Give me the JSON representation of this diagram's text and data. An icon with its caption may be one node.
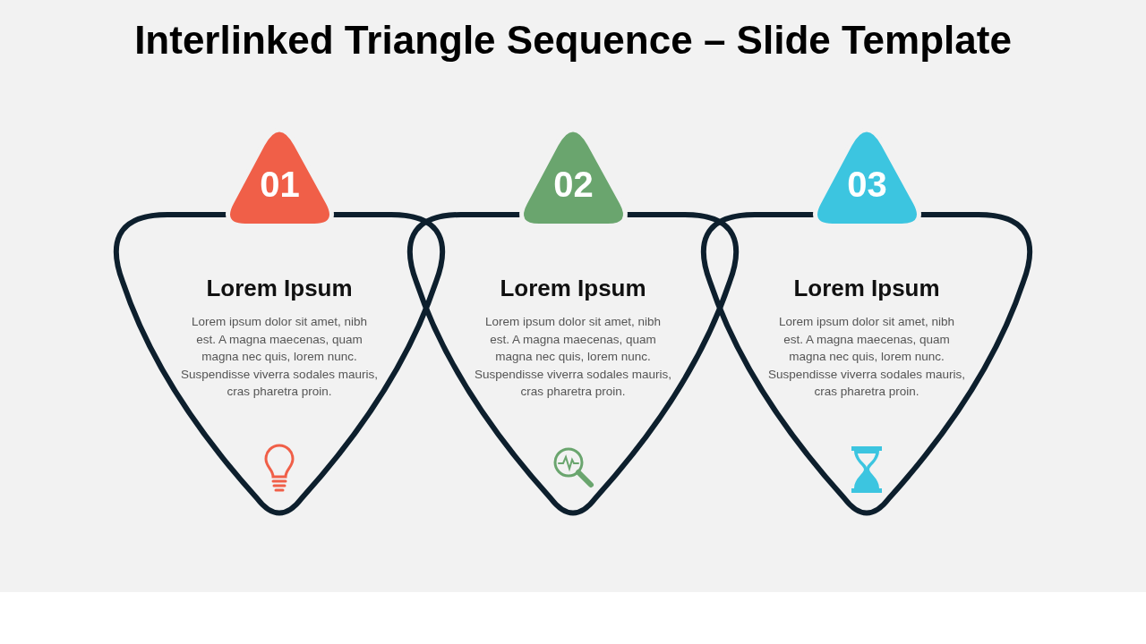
{
  "diagram": {
    "title": "Interlinked Triangle Sequence – Slide Template",
    "nodes": [
      {
        "text": [
          "01"
        ]
      },
      {
        "text": [
          "Lorem Ipsum",
          "Lorem ipsum dolor sit amet, nibh est. A magna maecenas, quam magna nec quis, lorem nunc. Suspendisse viverra sodales mauris, cras pharetra proin."
        ]
      },
      {
        "text": [
          "02"
        ]
      },
      {
        "text": [
          "Lorem Ipsum",
          "Lorem ipsum dolor sit amet, nibh est. A magna maecenas, quam magna nec quis, lorem nunc. Suspendisse viverra sodales mauris, cras pharetra proin."
        ]
      },
      {
        "text": [
          "03"
        ]
      },
      {
        "text": [
          "Lorem Ipsum",
          "Lorem ipsum dolor sit amet, nibh est. A magna maecenas, quam magna nec quis, lorem nunc. Suspendisse viverra sodales mauris, cras pharetra proin."
        ]
      }
    ]
  }
}
